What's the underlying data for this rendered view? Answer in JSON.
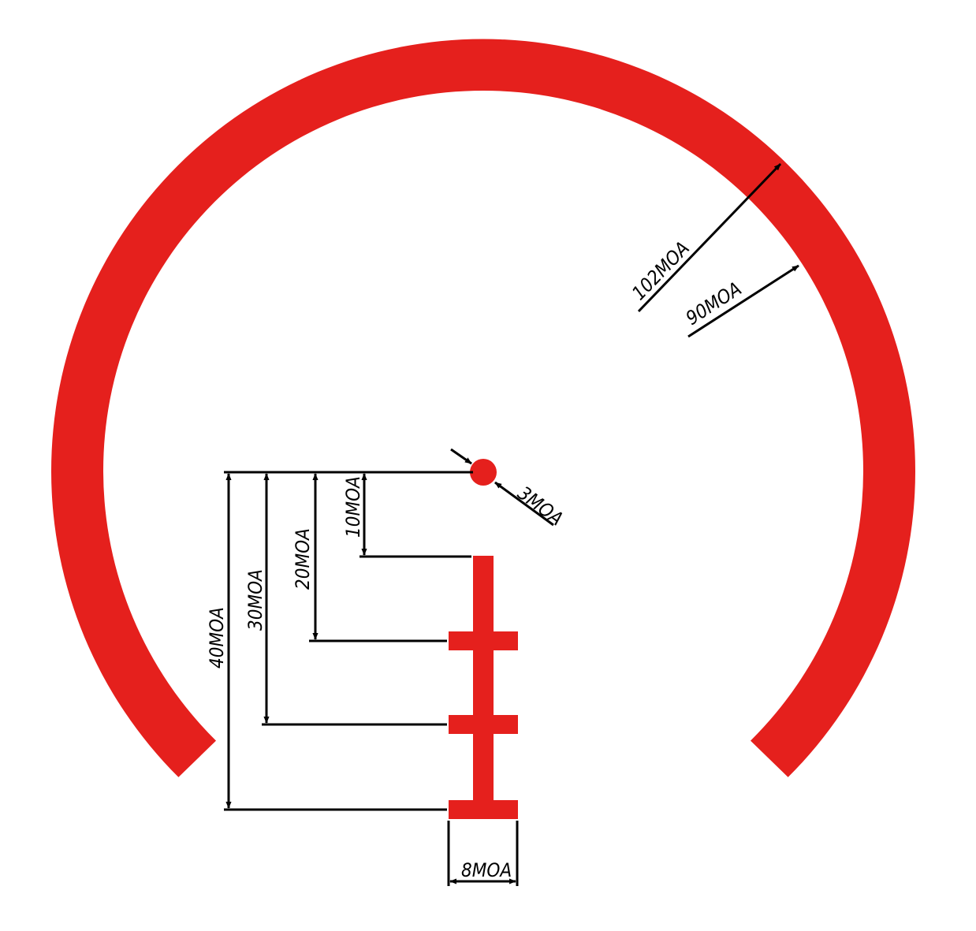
{
  "colors": {
    "reticle": "#e5201d",
    "background": "#ffffff",
    "dimension": "#000000"
  },
  "labels": {
    "outer_diameter": "102MOA",
    "inner_diameter": "90MOA",
    "dot_size": "3MOA",
    "drop_10": "10MOA",
    "drop_20": "20MOA",
    "drop_30": "30MOA",
    "drop_40": "40MOA",
    "bar_width": "8MOA"
  }
}
